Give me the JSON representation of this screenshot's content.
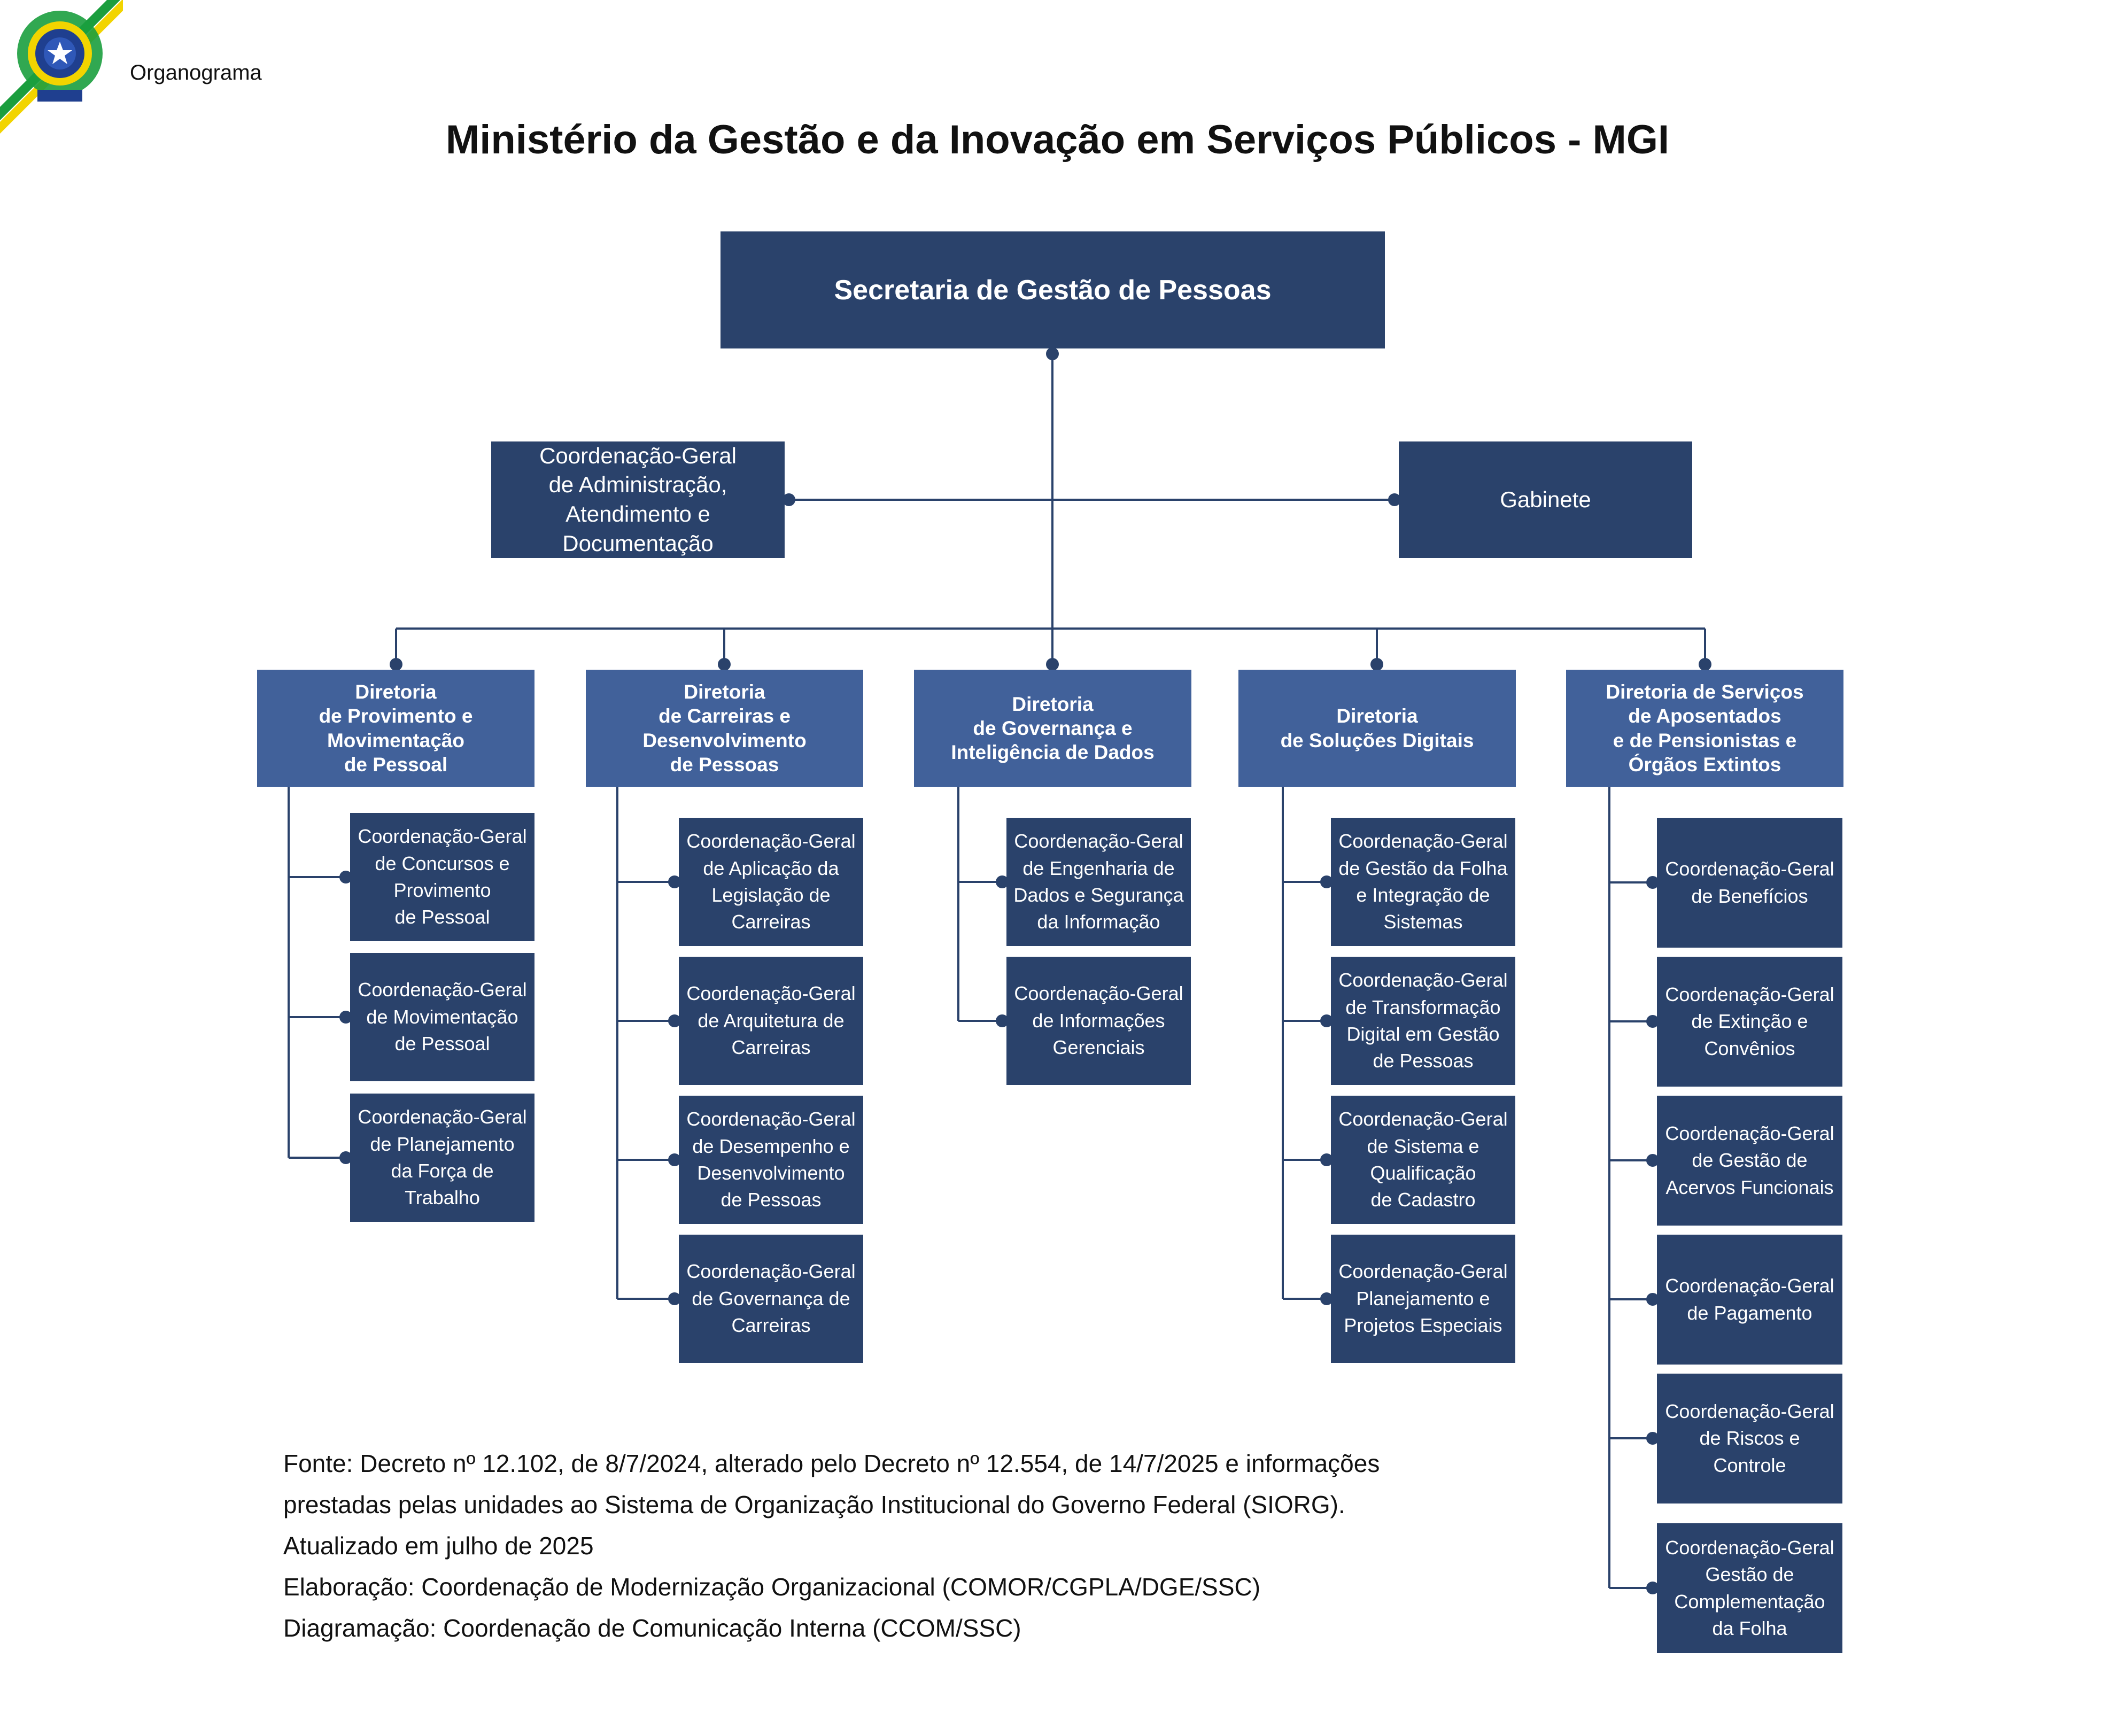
{
  "header": {
    "label": "Organograma"
  },
  "title": "Ministério da Gestão e da Inovação em Serviços Públicos - MGI",
  "colors": {
    "box_dark": "#2a426b",
    "box_director": "#41619a",
    "connector": "#2a426b"
  },
  "org": {
    "root": "Secretaria de Gestão de Pessoas",
    "advisory_left": "Coordenação-Geral\nde Administração,\nAtendimento e\nDocumentação",
    "advisory_right": "Gabinete",
    "directorates": [
      {
        "name": "Diretoria\nde Provimento e\nMovimentação\nde Pessoal",
        "units": [
          "Coordenação-Geral\nde Concursos e\nProvimento\nde Pessoal",
          "Coordenação-Geral\nde Movimentação\nde Pessoal",
          "Coordenação-Geral\nde Planejamento\nda Força de\nTrabalho"
        ]
      },
      {
        "name": "Diretoria\nde Carreiras e\nDesenvolvimento\nde Pessoas",
        "units": [
          "Coordenação-Geral\nde Aplicação da\nLegislação de\nCarreiras",
          "Coordenação-Geral\nde Arquitetura de\nCarreiras",
          "Coordenação-Geral\nde Desempenho e\nDesenvolvimento\nde Pessoas",
          "Coordenação-Geral\nde Governança de\nCarreiras"
        ]
      },
      {
        "name": "Diretoria\nde Governança e\nInteligência de Dados",
        "units": [
          "Coordenação-Geral\nde Engenharia de\nDados e Segurança\nda Informação",
          "Coordenação-Geral\nde Informações\nGerenciais"
        ]
      },
      {
        "name": "Diretoria\nde Soluções Digitais",
        "units": [
          "Coordenação-Geral\nde Gestão da Folha\ne Integração de\nSistemas",
          "Coordenação-Geral\nde Transformação\nDigital em Gestão\nde Pessoas",
          "Coordenação-Geral\nde Sistema e\nQualificação\nde Cadastro",
          "Coordenação-Geral\nPlanejamento e\nProjetos Especiais"
        ]
      },
      {
        "name": "Diretoria de Serviços\nde Aposentados\ne de Pensionistas e\nÓrgãos Extintos",
        "units": [
          "Coordenação-Geral\nde Benefícios",
          "Coordenação-Geral\nde Extinção e\nConvênios",
          "Coordenação-Geral\nde Gestão de\nAcervos Funcionais",
          "Coordenação-Geral\nde Pagamento",
          "Coordenação-Geral\nde Riscos e\nControle",
          "Coordenação-Geral\nGestão de\nComplementação\nda Folha"
        ]
      }
    ]
  },
  "footer": {
    "source_line1": "Fonte: Decreto nº 12.102, de 8/7/2024, alterado pelo Decreto nº 12.554, de 14/7/2025 e informações",
    "source_line2": "prestadas pelas unidades ao Sistema de Organização Institucional do Governo Federal (SIORG).",
    "updated": "Atualizado em julho de 2025",
    "prepared_by": "Elaboração: Coordenação de Modernização Organizacional (COMOR/CGPLA/DGE/SSC)",
    "layout_by": "Diagramação: Coordenação de Comunicação Interna (CCOM/SSC)"
  }
}
